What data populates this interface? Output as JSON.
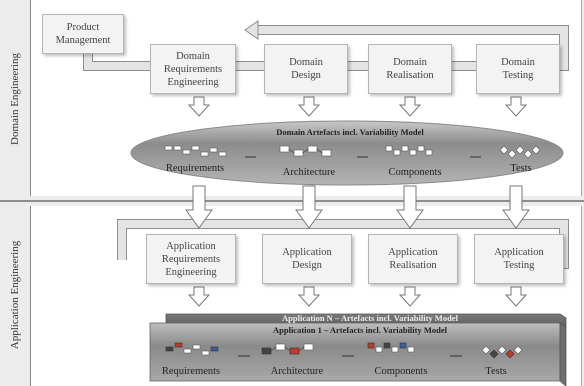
{
  "side_labels": {
    "domain": "Domain Engineering",
    "application": "Application Engineering"
  },
  "product_management": "Product\nManagement",
  "domain_steps": [
    "Domain\nRequirements\nEngineering",
    "Domain\nDesign",
    "Domain\nRealisation",
    "Domain\nTesting"
  ],
  "domain_band": {
    "title": "Domain Artefacts incl. Variability Model",
    "items": [
      "Requirements",
      "Architecture",
      "Components",
      "Tests"
    ]
  },
  "application_steps": [
    "Application\nRequirements\nEngineering",
    "Application\nDesign",
    "Application\nRealisation",
    "Application\nTesting"
  ],
  "application_band": {
    "back_title": "Application N – Artefacts incl. Variability Model",
    "front_title": "Application 1 – Artefacts incl. Variability Model",
    "items": [
      "Requirements",
      "Architecture",
      "Components",
      "Tests"
    ]
  },
  "colors": {
    "background": "#ececec",
    "panel": "#ffffff",
    "box": "#f3f3f3",
    "band_grey": "#9c9c9c",
    "loop_arrow": "#e2e2e2",
    "accent_red": "#c0392b",
    "accent_blue": "#3b5b9a"
  }
}
